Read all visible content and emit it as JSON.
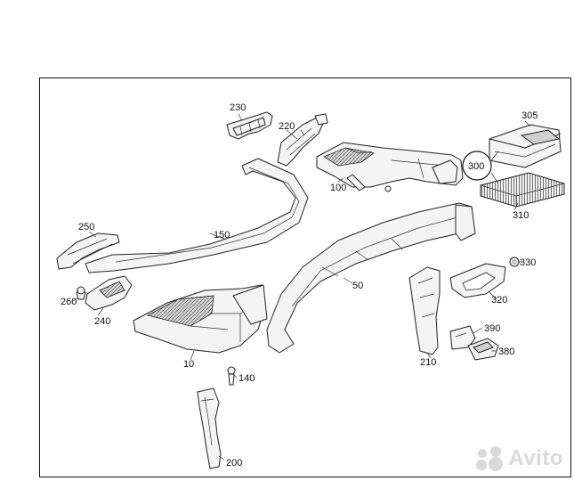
{
  "diagram": {
    "part_labels": {
      "p10": "10",
      "p50": "50",
      "p100": "100",
      "p140": "140",
      "p150": "150",
      "p200": "200",
      "p210": "210",
      "p220": "220",
      "p230": "230",
      "p240": "240",
      "p250": "250",
      "p260": "260",
      "p300": "300",
      "p305": "305",
      "p310": "310",
      "p320": "320",
      "p330": "330",
      "p380": "380",
      "p390": "390"
    }
  },
  "watermark": {
    "brand": "Avito",
    "icon": "avito-logo-icon"
  }
}
